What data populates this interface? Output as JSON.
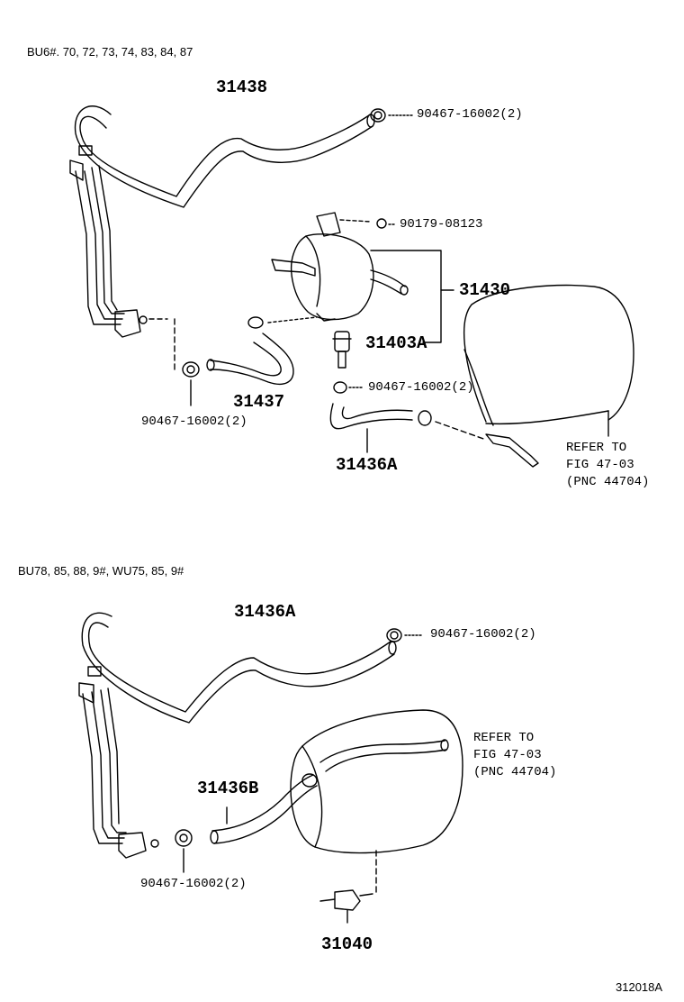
{
  "sections": {
    "top": {
      "header": "BU6#. 70, 72, 73, 74, 83, 84, 87",
      "labels": {
        "p31438": "31438",
        "clip_a": "90467-16002(2)",
        "bolt": "90179-08123",
        "p31430": "31430",
        "p31403a": "31403A",
        "clip_b": "90467-16002(2)",
        "p31437": "31437",
        "clip_c": "90467-16002(2)",
        "p31436a": "31436A",
        "refer": "REFER TO\nFIG 47-03\n(PNC 44704)"
      }
    },
    "bottom": {
      "header": "BU78, 85, 88, 9#, WU75, 85, 9#",
      "labels": {
        "p31436a": "31436A",
        "clip_a": "90467-16002(2)",
        "refer": "REFER TO\nFIG 47-03\n(PNC 44704)",
        "p31436b": "31436B",
        "clip_b": "90467-16002(2)",
        "p31040": "31040"
      }
    }
  },
  "figure_id": "312018A",
  "colors": {
    "ink": "#000000",
    "paper": "#ffffff"
  }
}
